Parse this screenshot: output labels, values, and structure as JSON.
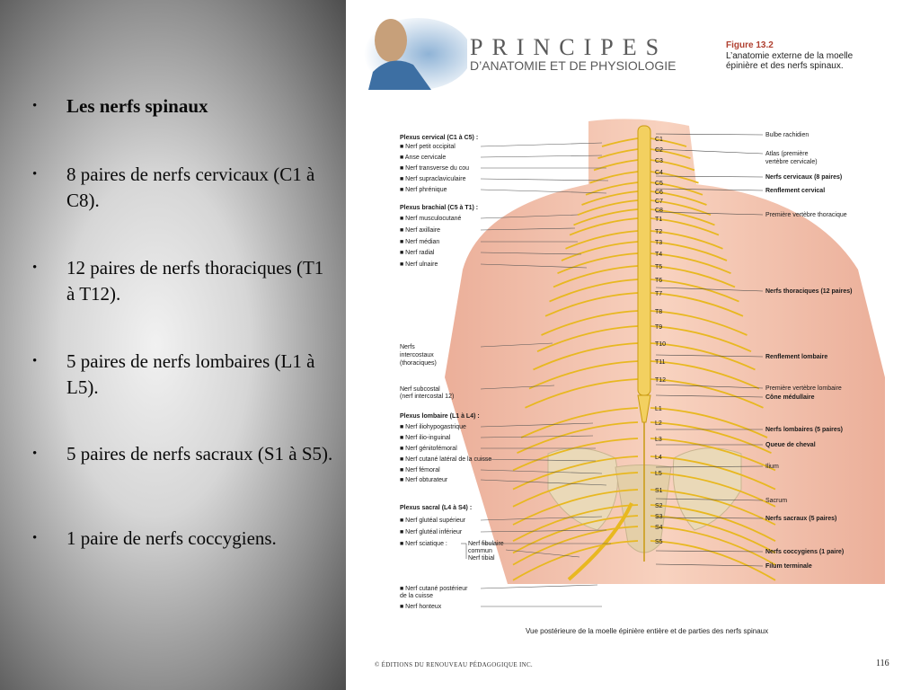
{
  "slide": {
    "bullets": [
      {
        "text": "Les nerfs spinaux",
        "bold": true
      },
      {
        "text": "8 paires de nerfs cervicaux (C1 à C8)."
      },
      {
        "text": "12 paires de nerfs thoraciques (T1 à T12)."
      },
      {
        "text": "5 paires de nerfs lombaires (L1 à L5)."
      },
      {
        "text": "5 paires de nerfs sacraux (S1 à S5)."
      },
      {
        "text": "1 paire de nerfs coccygiens."
      }
    ],
    "bullet_glyph": "•"
  },
  "book": {
    "title_line1": "PRINCIPES",
    "title_line2": "D’ANATOMIE ET DE PHYSIOLOGIE",
    "figure_number": "Figure 13.2",
    "figure_caption": "L’anatomie externe de la moelle épinière et des nerfs spinaux."
  },
  "diagram": {
    "caption": "Vue postérieure de la moelle épinière entière et de parties des nerfs spinaux",
    "left_groups": [
      {
        "heading": "Plexus cervical (C1 à C5) :",
        "items": [
          "■ Nerf petit occipital",
          "■ Anse cervicale",
          "■ Nerf transverse du cou",
          "■ Nerf supraclaviculaire",
          "■ Nerf phrénique"
        ]
      },
      {
        "heading": "Plexus brachial (C5 à T1) :",
        "items": [
          "■ Nerf musculocutané",
          "■ Nerf axillaire",
          "■ Nerf médian",
          "■ Nerf radial",
          "■ Nerf ulnaire"
        ]
      },
      {
        "heading": "",
        "items": [
          "Nerfs",
          "intercostaux",
          "(thoraciques)"
        ]
      },
      {
        "heading": "",
        "items": [
          "Nerf subcostal",
          "(nerf intercostal 12)"
        ]
      },
      {
        "heading": "Plexus lombaire (L1 à L4) :",
        "items": [
          "■ Nerf iliohypogastrique",
          "■ Nerf ilio-inguinal",
          "■ Nerf génitofémoral",
          "■ Nerf cutané latéral de la cuisse",
          "■ Nerf fémoral",
          "■ Nerf obturateur"
        ]
      },
      {
        "heading": "Plexus sacral (L4 à S4) :",
        "items": [
          "■ Nerf glutéal supérieur",
          "■ Nerf glutéal inférieur",
          "■ Nerf sciatique :"
        ]
      },
      {
        "heading": "",
        "items": [
          "■ Nerf cutané postérieur",
          "de la cuisse",
          "■ Nerf honteux"
        ]
      }
    ],
    "sciatic_branches": [
      "Nerf fibulaire",
      "commun",
      "Nerf tibial"
    ],
    "right_labels": [
      {
        "text": "Bulbe rachidien",
        "bold": false
      },
      {
        "text": "Atlas (première",
        "bold": false
      },
      {
        "text": "vertèbre cervicale)",
        "bold": false
      },
      {
        "text": "Nerfs cervicaux (8 paires)",
        "bold": true
      },
      {
        "text": "Renflement cervical",
        "bold": true
      },
      {
        "text": "Première vertèbre thoracique",
        "bold": false
      },
      {
        "text": "Nerfs thoraciques (12 paires)",
        "bold": true
      },
      {
        "text": "Renflement lombaire",
        "bold": true
      },
      {
        "text": "Première vertèbre lombaire",
        "bold": false
      },
      {
        "text": "Cône médullaire",
        "bold": true
      },
      {
        "text": "Nerfs lombaires (5 paires)",
        "bold": true
      },
      {
        "text": "Queue de cheval",
        "bold": true
      },
      {
        "text": "Ilium",
        "bold": false
      },
      {
        "text": "Sacrum",
        "bold": false
      },
      {
        "text": "Nerfs sacraux (5 paires)",
        "bold": true
      },
      {
        "text": "Nerfs coccygiens (1 paire)",
        "bold": true
      },
      {
        "text": "Filum terminale",
        "bold": true
      }
    ],
    "vertebrae": [
      "C1",
      "C2",
      "C3",
      "C4",
      "C5",
      "C6",
      "C7",
      "C8",
      "T1",
      "T2",
      "T3",
      "T4",
      "T5",
      "T6",
      "T7",
      "T8",
      "T9",
      "T10",
      "T11",
      "T12",
      "L1",
      "L2",
      "L3",
      "L4",
      "L5",
      "S1",
      "S2",
      "S3",
      "S4",
      "S5"
    ],
    "colors": {
      "nerve": "#e8b820",
      "skin": "#f0b8a0",
      "bone": "#ead9b8",
      "figure_red": "#b04030"
    }
  },
  "footer": {
    "copyright": "© ÉDITIONS DU RENOUVEAU PÉDAGOGIQUE INC.",
    "page_number": "116"
  }
}
